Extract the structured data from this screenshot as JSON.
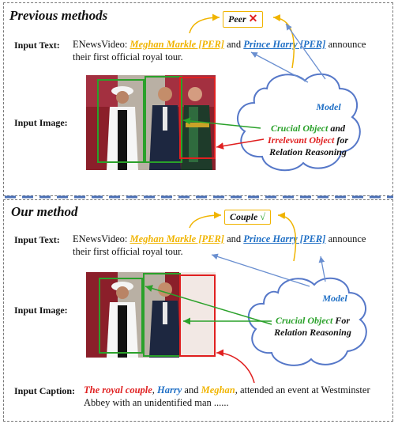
{
  "previous": {
    "title": "Previous methods",
    "input_text_label": "Input Text:",
    "text_prefix": "ENewsVideo: ",
    "entity1": "Meghan Markle [PER]",
    "and": " and ",
    "entity2": "Prince Harry [PER]",
    "text_suffix": " announce",
    "text_line2": "their first official royal tour.",
    "input_image_label": "Input Image:",
    "relation": "Peer",
    "relation_mark": "✕",
    "model": "Model",
    "crucial": "Crucial Object",
    "and_word": " and",
    "irrelevant": "Irrelevant Object",
    "for_word": " for",
    "reasoning": "Relation Reasoning"
  },
  "ours": {
    "title": "Our method",
    "input_text_label": "Input Text:",
    "text_prefix": "ENewsVideo: ",
    "entity1": "Meghan Markle [PER]",
    "and": " and ",
    "entity2": "Prince Harry [PER]",
    "text_suffix": " announce",
    "text_line2": "their first official royal tour.",
    "input_image_label": "Input Image:",
    "relation": "Couple",
    "relation_mark": "√",
    "model": "Model",
    "crucial": "Crucial Object",
    "for_word": " For",
    "reasoning": "Relation Reasoning",
    "caption_label": "Input Caption:",
    "cap_couple": "The royal couple",
    "cap_comma1": ", ",
    "cap_harry": "Harry",
    "cap_and": " and ",
    "cap_meghan": "Meghan",
    "cap_rest": ", attended an event at Westminster",
    "cap_line2": "Abbey with an unidentified man ......"
  },
  "colors": {
    "green": "#2aa12a",
    "red": "#e02020",
    "blue": "#1f6fc5",
    "yellow": "#f0b400"
  }
}
